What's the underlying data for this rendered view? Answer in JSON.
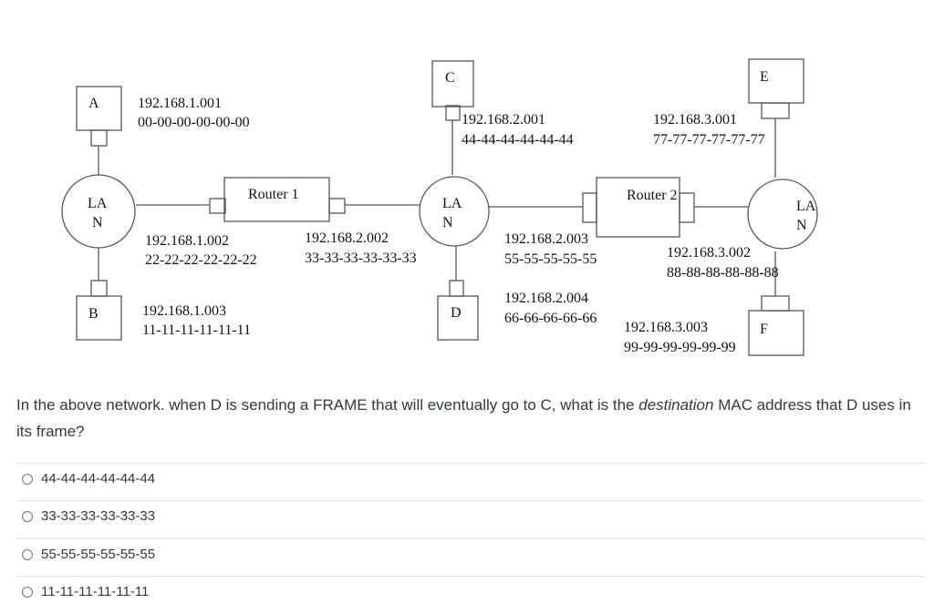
{
  "diagram": {
    "hosts": {
      "A": "A",
      "B": "B",
      "C": "C",
      "D": "D",
      "E": "E",
      "F": "F"
    },
    "lan_label_line1": "LA",
    "lan_label_line2": "N",
    "router1": "Router 1",
    "router2": "Router 2",
    "addr": {
      "a_ip": "192.168.1.001",
      "a_mac": "00-00-00-00-00-00",
      "b_ip": "192.168.1.003",
      "b_mac": "11-11-11-11-11-11",
      "r1l_ip": "192.168.1.002",
      "r1l_mac": "22-22-22-22-22-22",
      "r1r_ip": "192.168.2.002",
      "r1r_mac": "33-33-33-33-33-33",
      "c_ip": "192.168.2.001",
      "c_mac": "44-44-44-44-44-44",
      "r2l_ip": "192.168.2.003",
      "r2l_mac": "55-55-55-55-55",
      "d_ip": "192.168.2.004",
      "d_mac": "66-66-66-66-66",
      "e_ip": "192.168.3.001",
      "e_mac": "77-77-77-77-77-77",
      "r2r_ip": "192.168.3.002",
      "r2r_mac": "88-88-88-88-88-88",
      "f_ip": "192.168.3.003",
      "f_mac": "99-99-99-99-99-99"
    }
  },
  "question": {
    "part1": "In the above network. when D is sending a FRAME that will eventually go to C, what is the ",
    "emphasis": "destination",
    "part2": " MAC address that D uses in its frame?"
  },
  "options": [
    "44-44-44-44-44-44",
    "33-33-33-33-33-33",
    "55-55-55-55-55-55",
    "11-11-11-11-11-11"
  ]
}
